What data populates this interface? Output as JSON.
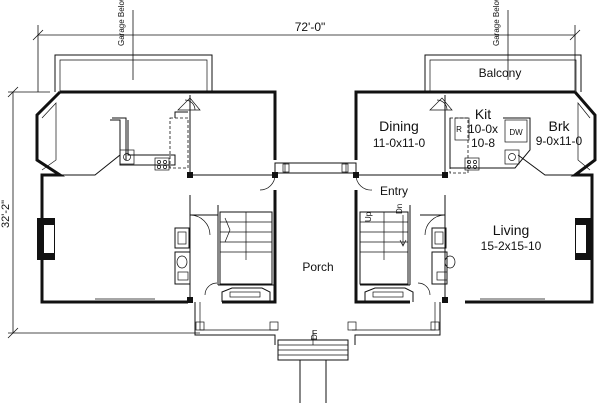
{
  "plan": {
    "overall_width": "72'-0\"",
    "overall_depth": "32'-2\"",
    "garage_note": "Garage Below",
    "porch_label": "Porch",
    "stair_down": "Dn",
    "stair_up": "Up",
    "balcony_label": "Balcony",
    "rooms": {
      "dining": {
        "name": "Dining",
        "size": "11-0x11-0"
      },
      "kitchen": {
        "name": "Kit",
        "size_1": "10-0x",
        "size_2": "10-8"
      },
      "breakfast": {
        "name": "Brk",
        "size": "9-0x11-0"
      },
      "entry": {
        "name": "Entry"
      },
      "living": {
        "name": "Living",
        "size": "15-2x15-10"
      }
    },
    "appliances": {
      "dishwasher": "DW",
      "refrigerator": "R"
    }
  }
}
